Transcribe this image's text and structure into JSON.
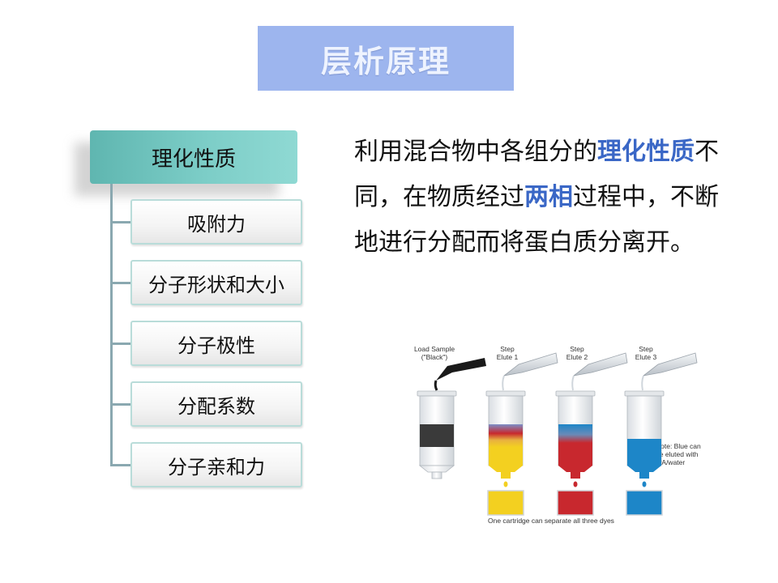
{
  "title": "层析原理",
  "tree": {
    "root": "理化性质",
    "children": [
      "吸附力",
      "分子形状和大小",
      "分子极性",
      "分配系数",
      "分子亲和力"
    ]
  },
  "description": {
    "part1": "利用混合物中各组分的",
    "highlight1": "理化性质",
    "part2": "不同，在物质经过",
    "highlight2": "两相",
    "part3": "过程中，不断地进行分配而将蛋白质分离开。"
  },
  "figure": {
    "labels": {
      "load1": "Load Sample",
      "load2": "(\"Black\")",
      "step1a": "Step",
      "step1b": "Elute 1",
      "step2a": "Step",
      "step2b": "Elute 2",
      "step3a": "Step",
      "step3b": "Elute 3",
      "note1": "Note:  Blue can",
      "note2": "be eluted with",
      "note3": "IPA/water",
      "caption": "One cartridge can separate all three dyes"
    },
    "colors": {
      "black": "#3a3a3a",
      "yellow": "#f3d020",
      "red": "#c8282e",
      "blue": "#1d86c8"
    }
  }
}
